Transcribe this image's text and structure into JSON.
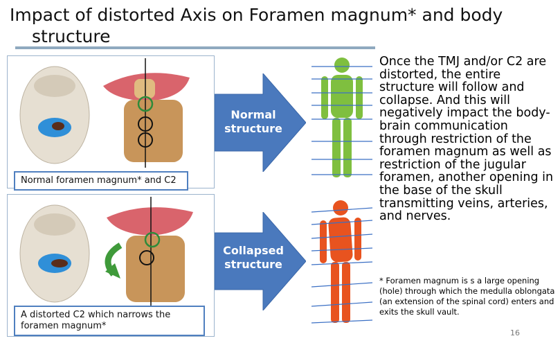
{
  "slide": {
    "title_line1": "Impact of distorted Axis on Foramen magnum* and body",
    "title_line2": "structure",
    "page_number": "16"
  },
  "panels": {
    "normal": {
      "caption": "Normal foramen magnum* and C2"
    },
    "distorted": {
      "caption": "A distorted C2 which narrows the foramen magnum*"
    }
  },
  "arrows": {
    "normal": {
      "label": "Normal structure"
    },
    "collapsed": {
      "label": "Collapsed structure"
    }
  },
  "figures": {
    "normal_body_color": "#7fbf3f",
    "collapsed_body_color": "#e8531f",
    "guide_line_color": "#3a6fc4"
  },
  "text": {
    "body": "Once the TMJ and/or C2 are distorted, the entire structure will follow and collapse. And this will negatively impact the body-brain communication through restriction of the foramen magnum as well as restriction of the jugular foramen, another opening in the base of the skull transmitting veins, arteries, and nerves.",
    "footnote": "* Foramen magnum is s a large opening (hole) through which the medulla oblongata (an extension of the spinal cord) enters and exits the skull vault."
  },
  "colors": {
    "arrow_fill": "#4a79bd",
    "panel_border": "#9bb3cc",
    "caption_border": "#4f7fbf",
    "title_rule": "#8fa9bf"
  }
}
